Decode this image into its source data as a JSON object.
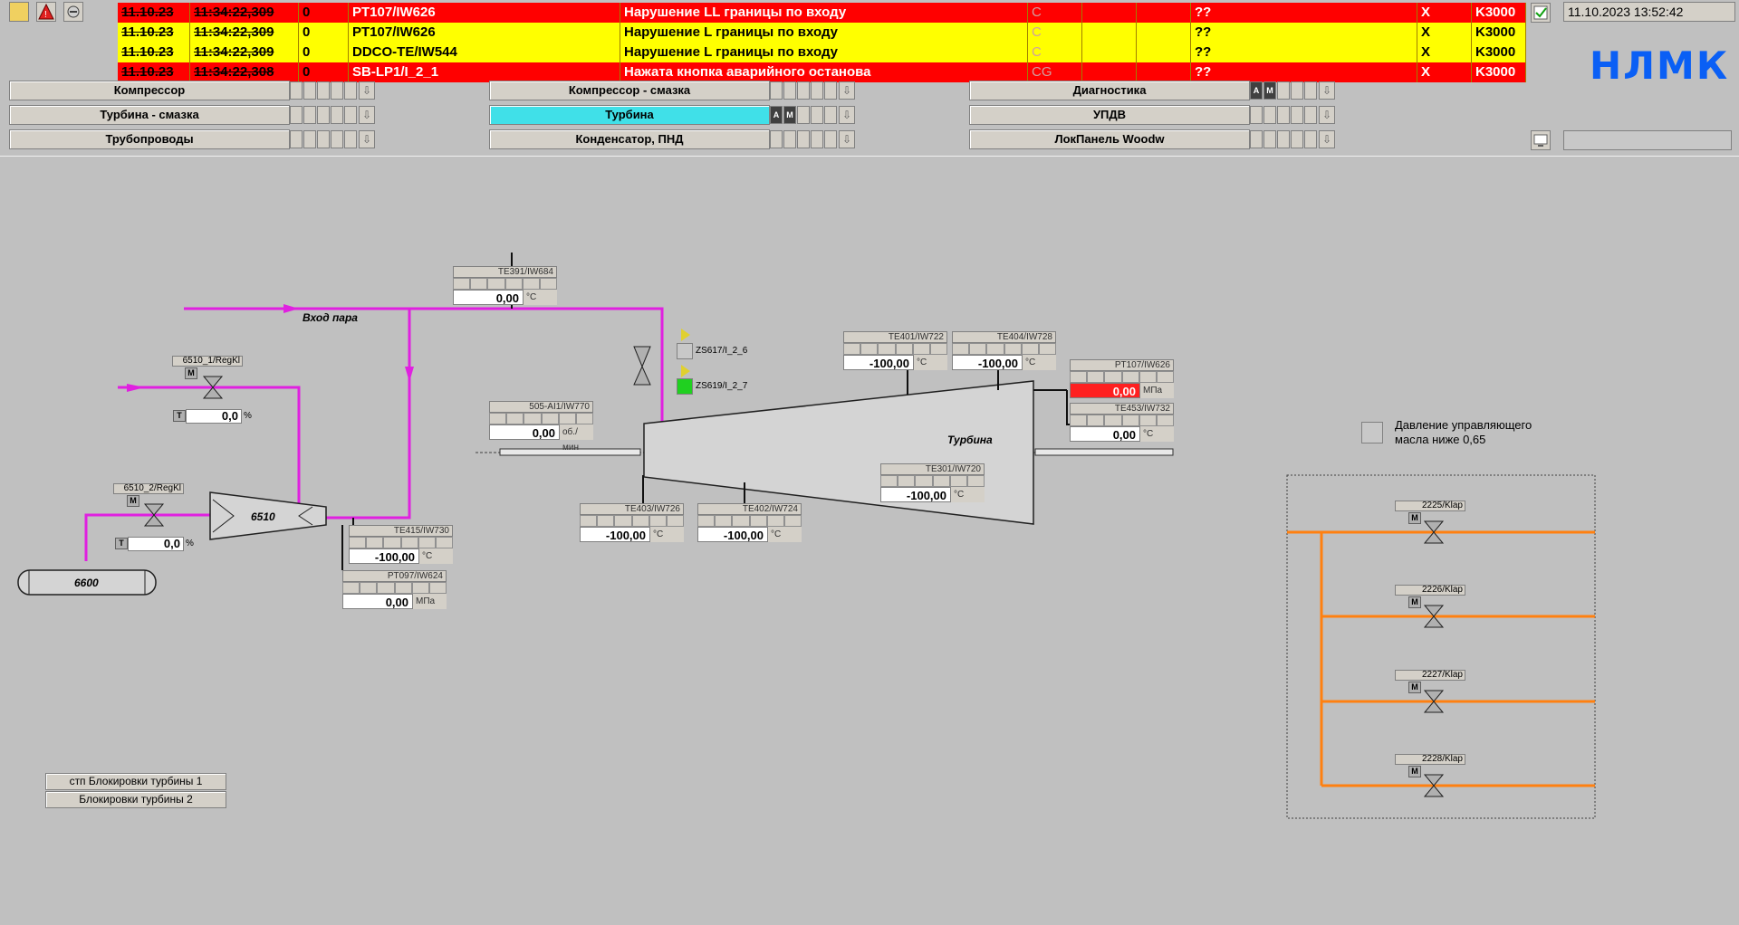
{
  "alarms": [
    {
      "date": "11.10.23",
      "time": "11:34:22,309",
      "n": "0",
      "tag": "PT107/IW626",
      "text": "Нарушение LL границы по входу",
      "cls": "C",
      "q": "??",
      "x": "X",
      "unit": "K3000",
      "color": "red"
    },
    {
      "date": "11.10.23",
      "time": "11:34:22,309",
      "n": "0",
      "tag": "PT107/IW626",
      "text": "Нарушение L границы по входу",
      "cls": "C",
      "q": "??",
      "x": "X",
      "unit": "K3000",
      "color": "yellow"
    },
    {
      "date": "11.10.23",
      "time": "11:34:22,309",
      "n": "0",
      "tag": "DDCO-TE/IW544",
      "text": "Нарушение L границы по входу",
      "cls": "C",
      "q": "??",
      "x": "X",
      "unit": "K3000",
      "color": "yellow"
    },
    {
      "date": "11.10.23",
      "time": "11:34:22,308",
      "n": "0",
      "tag": "SB-LP1/I_2_1",
      "text": "Нажата кнопка аварийного останова",
      "cls": "CG",
      "q": "??",
      "x": "X",
      "unit": "K3000",
      "color": "red"
    }
  ],
  "datetime": "11.10.2023 13:52:42",
  "logo": "НЛМК",
  "nav": {
    "kompressor": "Компрессор",
    "turbina_smazka": "Турбина - смазка",
    "truboprovody": "Трубопроводы",
    "kompressor_smazka": "Компрессор - смазка",
    "turbina": "Турбина",
    "kondensator": "Конденсатор, ПНД",
    "diagnostika": "Диагностика",
    "updv": "УПДВ",
    "lokpanel": "ЛокПанель Woodw",
    "ind_a": "A",
    "ind_m": "M"
  },
  "diagram": {
    "vhod_para": "Вход пара",
    "turbina": "Турбина",
    "compressor": "6510",
    "tank": "6600",
    "zs617": "ZS617/I_2_6",
    "zs619": "ZS619/I_2_7",
    "davlenie": "Давление управляющего масла ниже 0,65",
    "btn_block1": "стп Блокировки турбины 1",
    "btn_block2": "Блокировки турбины 2",
    "m": "M",
    "t": "T"
  },
  "faceplates": {
    "te391": {
      "tag": "TE391/IW684",
      "value": "0,00",
      "unit": "°C"
    },
    "te401": {
      "tag": "TE401/IW722",
      "value": "-100,00",
      "unit": "°C"
    },
    "te404": {
      "tag": "TE404/IW728",
      "value": "-100,00",
      "unit": "°C"
    },
    "pt107": {
      "tag": "PT107/IW626",
      "value": "0,00",
      "unit": "МПа"
    },
    "te453": {
      "tag": "TE453/IW732",
      "value": "0,00",
      "unit": "°C"
    },
    "s505": {
      "tag": "505-AI1/IW770",
      "value": "0,00",
      "unit": "об./мин"
    },
    "te301": {
      "tag": "TE301/IW720",
      "value": "-100,00",
      "unit": "°C"
    },
    "te403": {
      "tag": "TE403/IW726",
      "value": "-100,00",
      "unit": "°C"
    },
    "te402": {
      "tag": "TE402/IW724",
      "value": "-100,00",
      "unit": "°C"
    },
    "te415": {
      "tag": "TE415/IW730",
      "value": "-100,00",
      "unit": "°C"
    },
    "pt097": {
      "tag": "PT097/IW624",
      "value": "0,00",
      "unit": "МПа"
    }
  },
  "valves": {
    "v6510_1": {
      "tag": "6510_1/RegKl",
      "value": "0,0",
      "unit": "%"
    },
    "v6510_2": {
      "tag": "6510_2/RegKl",
      "value": "0,0",
      "unit": "%"
    },
    "v2225": {
      "tag": "2225/Klap"
    },
    "v2226": {
      "tag": "2226/Klap"
    },
    "v2227": {
      "tag": "2227/Klap"
    },
    "v2228": {
      "tag": "2228/Klap"
    }
  }
}
